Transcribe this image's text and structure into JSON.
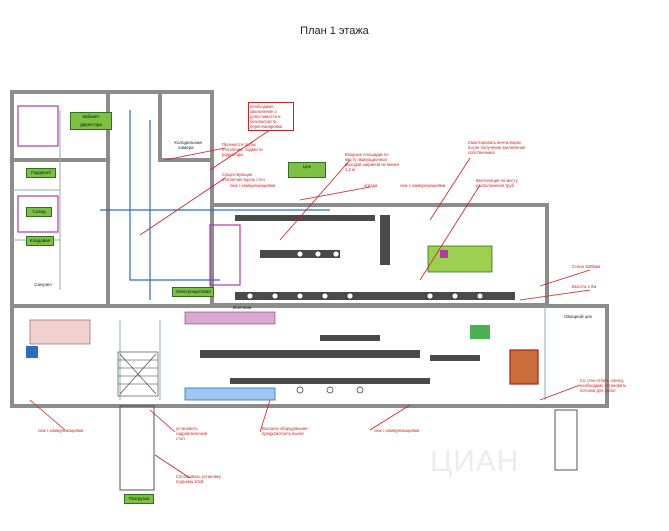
{
  "title": "План 1 этажа",
  "rooms": {
    "r1": "Кабинет директора",
    "r2": "Гардероб",
    "r3": "Склад",
    "r4": "Кладовая",
    "r5": "Санузел",
    "r6": "Цех",
    "r7": "Электрощитовая",
    "r8": "Моечная",
    "r9": "Овощной цех",
    "r10": "Холодильная камера",
    "entrance": "Разгрузка"
  },
  "notes": {
    "n1": "необходимо заключение о допустимости и безопасности перепланировки",
    "n2": "Перенести трубы отопления, подвести радиаторы",
    "n3": "Существующие отопления вдоль стен",
    "n4": "Входные площадки по месту эвакуационных выходов шириной не менее 1,2 м",
    "n5": "Смонтировать вентиляцию после получения заключения собственника",
    "n6": "Вентиляция по месту расположения труб",
    "n7": "ограда",
    "n8": "люк с коммуникациями",
    "n9": "Стена 1800мм",
    "n10": "Высота 2,0м",
    "n11": "Со стен отбить плитку, необходимо установить потолки для работ",
    "n12": "люк с коммуникациями",
    "n13": "установить гидравлический стол",
    "n14": "Высокое оборудование - предусмотреть вынос",
    "n15": "люк с коммуникациями",
    "n16": "Согласовать установку подъема 10х6",
    "n17": "люк с коммуникациями"
  },
  "colors": {
    "wall": "#8c8c8c",
    "annotation": "#d21f1f",
    "green": "#7dc142",
    "magenta": "#b03aa6",
    "blue": "#2b6cc4",
    "equipment": "#4a4a4a"
  }
}
